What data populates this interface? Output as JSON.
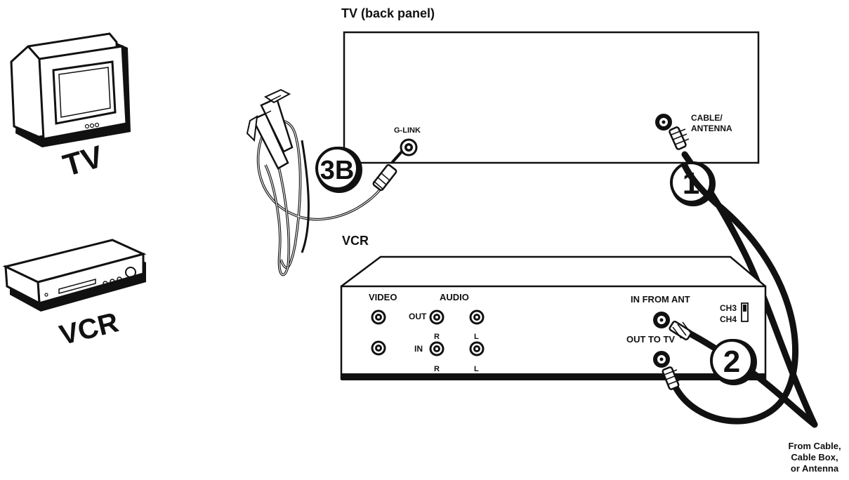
{
  "labels": {
    "tv_back_panel": "TV (back panel)",
    "vcr_title": "VCR",
    "g_link": "G-LINK",
    "cable_antenna_1": "CABLE/",
    "cable_antenna_2": "ANTENNA",
    "video": "VIDEO",
    "audio": "AUDIO",
    "out": "OUT",
    "in": "IN",
    "r_top": "R",
    "l_top": "L",
    "r_bottom": "R",
    "l_bottom": "L",
    "in_from_ant": "IN FROM ANT",
    "out_to_tv": "OUT TO TV",
    "ch3": "CH3",
    "ch4": "CH4",
    "from_cable_1": "From Cable,",
    "from_cable_2": "Cable Box,",
    "from_cable_3": "or Antenna"
  },
  "icons": {
    "tv_caption": "TV",
    "vcr_caption": "VCR"
  },
  "steps": {
    "step_1": "1",
    "step_2": "2",
    "step_3b": "3B"
  }
}
